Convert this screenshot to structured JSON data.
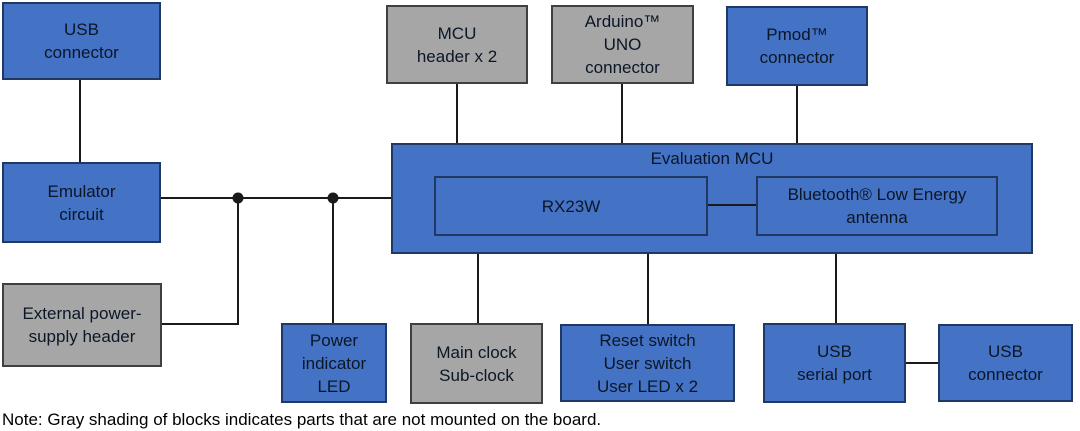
{
  "diagram_type": "board-block-diagram",
  "colors": {
    "block_blue": "#4472C4",
    "block_blue_border": "#1F3864",
    "block_gray": "#A6A6A6",
    "block_gray_border": "#404040",
    "line_color": "#1A1A1A",
    "text_color": "#0B1626",
    "note_color": "#000000",
    "background": "#FFFFFF"
  },
  "blocks": {
    "usb_connector_top": {
      "lines": [
        "USB",
        "connector"
      ],
      "mounted": true
    },
    "emulator_circuit": {
      "lines": [
        "Emulator",
        "circuit"
      ],
      "mounted": true
    },
    "external_power_supply_header": {
      "lines": [
        "External power-",
        "supply header"
      ],
      "mounted": false
    },
    "mcu_header": {
      "lines": [
        "MCU",
        "header x 2"
      ],
      "mounted": false
    },
    "arduino_uno_connector": {
      "lines": [
        "Arduino™",
        "UNO",
        "connector"
      ],
      "mounted": false
    },
    "pmod_connector": {
      "lines": [
        "Pmod™",
        "connector"
      ],
      "mounted": true
    },
    "evaluation_mcu": {
      "label": "Evaluation MCU",
      "mounted": true
    },
    "rx23w": {
      "label": "RX23W",
      "mounted": true
    },
    "ble_antenna": {
      "lines": [
        "Bluetooth® Low Energy",
        "antenna"
      ],
      "mounted": true
    },
    "power_indicator_led": {
      "lines": [
        "Power",
        "indicator",
        "LED"
      ],
      "mounted": true
    },
    "main_clock_sub_clock": {
      "lines": [
        "Main clock",
        "Sub-clock"
      ],
      "mounted": false
    },
    "reset_user_switch_led": {
      "lines": [
        "Reset switch",
        "User switch",
        "User LED x 2"
      ],
      "mounted": true
    },
    "usb_serial_port": {
      "lines": [
        "USB",
        "serial port"
      ],
      "mounted": true
    },
    "usb_connector_bottom": {
      "lines": [
        "USB",
        "connector"
      ],
      "mounted": true
    }
  },
  "note": "Note: Gray shading of blocks indicates parts that are not mounted on the board."
}
